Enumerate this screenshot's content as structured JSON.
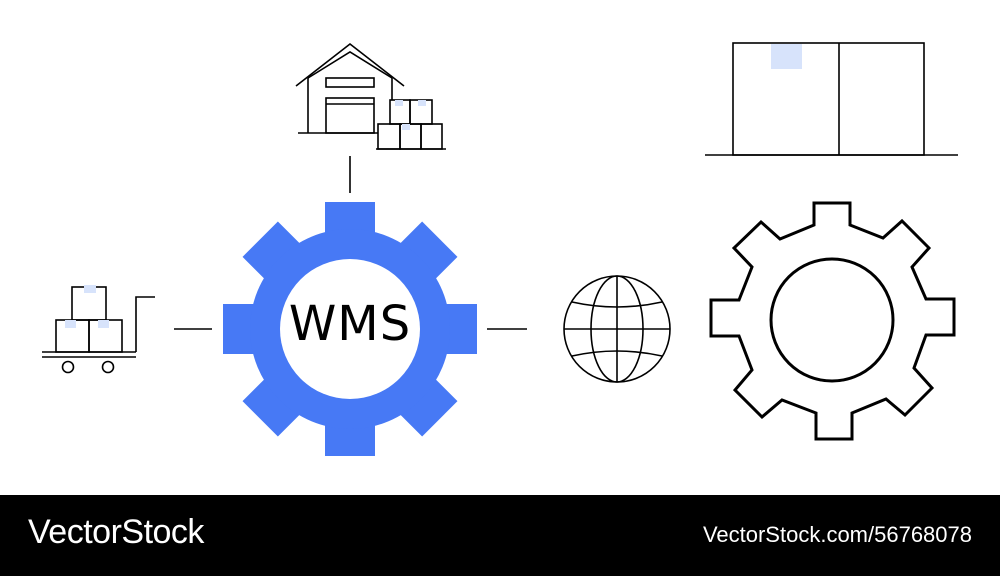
{
  "illustration": {
    "center_label": "WMS",
    "accent_color": "#4779F5",
    "label_pale_color": "#D7E3FB",
    "icons": [
      "hand-truck-icon",
      "warehouse-icon",
      "gear-icon",
      "globe-icon",
      "closed-box-icon",
      "gear-outline-icon"
    ]
  },
  "footer": {
    "logo_text": "VectorStock",
    "image_id_text": "VectorStock.com/56768078"
  }
}
